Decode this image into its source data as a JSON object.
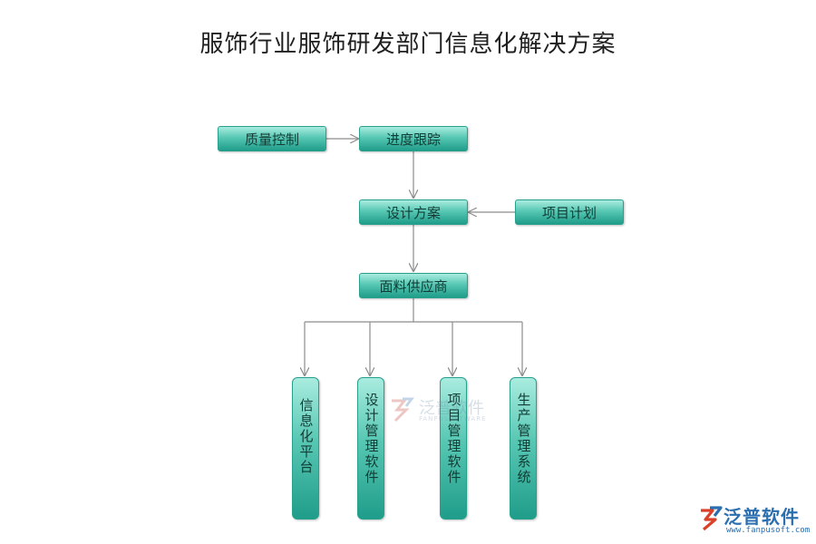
{
  "title": "服饰行业服饰研发部门信息化解决方案",
  "nodes": {
    "quality": "质量控制",
    "progress": "进度跟踪",
    "design": "设计方案",
    "plan": "项目计划",
    "supplier": "面料供应商",
    "infoPlatform": "信息化平台",
    "designSoftware": "设计管理软件",
    "projectSoftware": "项目管理软件",
    "productionSystem": "生产管理系统"
  },
  "watermark": {
    "brand": "泛普软件",
    "sub": "FANPUSOFTWARE"
  },
  "logo": {
    "brand": "泛普软件",
    "url": "www.fanpusoft.com"
  },
  "colors": {
    "node_top": "#a9ecdf",
    "node_bottom": "#1f9d8a",
    "connector": "#8c8c8c",
    "brand": "#2b6fb0"
  }
}
